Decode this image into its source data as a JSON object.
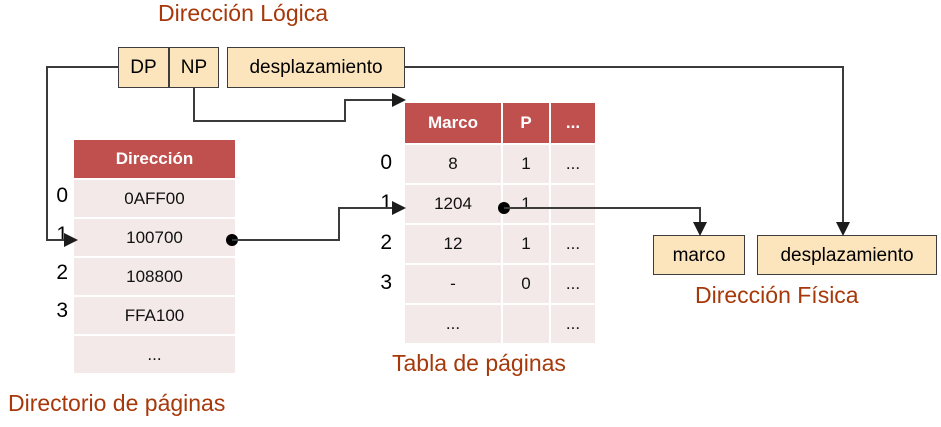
{
  "diagram": {
    "title_logical": "Dirección Lógica",
    "title_physical": "Dirección Física",
    "caption_directory": "Directorio de páginas",
    "caption_pagetable": "Tabla de páginas",
    "colors": {
      "caption": "#A6380A",
      "table_header": "#C0504D",
      "table_row": "#F4E9E9",
      "address_box": "#FCE5BD",
      "wire": "#3B3B3B"
    }
  },
  "logical_address": {
    "fields": [
      {
        "label": "DP"
      },
      {
        "label": "NP"
      },
      {
        "label": "desplazamiento"
      }
    ]
  },
  "physical_address": {
    "fields": [
      {
        "label": "marco"
      },
      {
        "label": "desplazamiento"
      }
    ]
  },
  "directory_table": {
    "name": "Directorio de páginas",
    "columns": [
      "Dirección"
    ],
    "row_labels": [
      "0",
      "1",
      "2",
      "3",
      ""
    ],
    "rows": [
      [
        "0AFF00"
      ],
      [
        "100700"
      ],
      [
        "108800"
      ],
      [
        "FFA100"
      ],
      [
        "..."
      ]
    ]
  },
  "page_table": {
    "name": "Tabla de páginas",
    "columns": [
      "Marco",
      "P",
      "..."
    ],
    "row_labels": [
      "0",
      "1",
      "2",
      "3",
      ""
    ],
    "rows": [
      [
        "8",
        "1",
        "..."
      ],
      [
        "1204",
        "1",
        "..."
      ],
      [
        "12",
        "1",
        "..."
      ],
      [
        "-",
        "0",
        "..."
      ],
      [
        "...",
        "",
        "..."
      ]
    ]
  }
}
